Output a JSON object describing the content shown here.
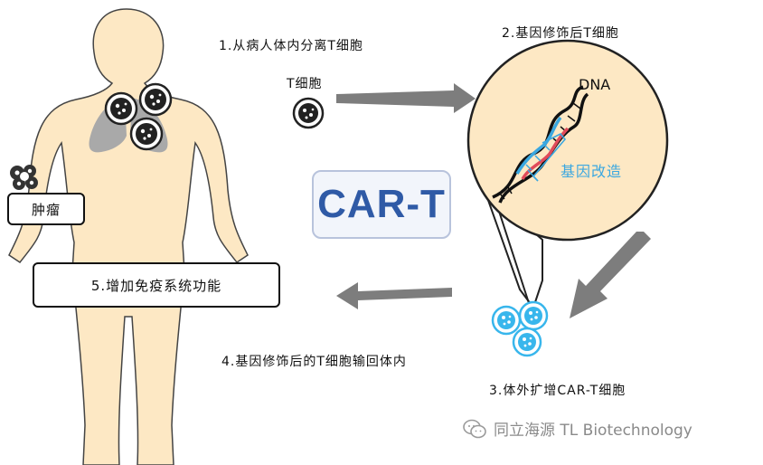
{
  "steps": {
    "step1": "1.从病人体内分离T细胞",
    "step2": "2.基因修饰后T细胞",
    "step3": "3.体外扩增CAR-T细胞",
    "step4": "4.基因修饰后的T细胞输回体内",
    "step5": "5.增加免疫系统功能"
  },
  "labels": {
    "t_cell": "T细胞",
    "tumor": "肿瘤",
    "dna": "DNA",
    "gene_edit": "基因改造",
    "cart": "CAR-T"
  },
  "watermark": "同立海源 TL Biotechnology",
  "colors": {
    "body": "#fde8c4",
    "body_outline": "#444444",
    "lung": "#a9a9a9",
    "arrow": "#7d7d7d",
    "dna_blue": "#3aa7e0",
    "cart_text": "#2f5aa6",
    "cell_blue": "#38b6ec"
  }
}
